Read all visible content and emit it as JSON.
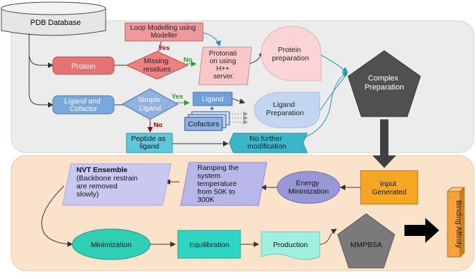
{
  "nodes": {
    "pdb_database": "PDB Database",
    "loop_modelling": [
      "Loop Modelling using",
      "Modeller"
    ],
    "protein": "Protein",
    "missing_residues": [
      "Missing",
      "residues"
    ],
    "protonation": [
      "Protonati",
      "on using",
      "H++",
      "server."
    ],
    "protein_preparation": [
      "Protein",
      "preparation"
    ],
    "ligand_cofactor": [
      "Ligand and",
      "Cofactor"
    ],
    "simple_ligand": [
      "Simple",
      "Ligand"
    ],
    "ligand": "Ligand",
    "plus": "+",
    "cofactors": "Cofactors",
    "ligand_preparation": [
      "Ligand",
      "Preparation"
    ],
    "peptide_ligand": [
      "Peptide as",
      "ligand"
    ],
    "no_further_modification": [
      "No further",
      "modification"
    ],
    "complex_preparation": [
      "Complex",
      "Preparation"
    ],
    "nvt_ensemble_title": "NVT Ensemble",
    "nvt_ensemble_text": [
      "(Backbone restrain",
      "are removed",
      "slowly)"
    ],
    "ramping": [
      "Ramping the",
      "system",
      "temperature",
      "from 50K to",
      "300K"
    ],
    "energy_minimization": [
      "Energy",
      "Minimization"
    ],
    "input_generated": [
      "Input",
      "Generated"
    ],
    "minimization": "Minimization",
    "equilibration": "Equilibration",
    "production": "Production",
    "mmpbsa": "MMPBSA",
    "binding_affinity": "Binding Affinity"
  },
  "edge_labels": {
    "missing_yes": "Yes",
    "missing_no": "No",
    "simple_yes": "Yes",
    "simple_no": "No"
  },
  "colors": {
    "upper_panel": "#ececec",
    "lower_panel": "#fbe3cb",
    "protein": "#e57373",
    "missing_residues": "#f08080",
    "loop_modelling": "#ef9a9a",
    "protonation": "#f8c8c8",
    "protein_preparation": "#fbd5d5",
    "ligand_cofactor": "#7aa7dc",
    "simple_ligand": "#8fb2e3",
    "ligand_box": "#6fa0de",
    "cofactors": "#8fb2e3",
    "ligand_preparation": "#c3d6f0",
    "peptide": "#5fc7dc",
    "no_further": "#3bb6c8",
    "complex": "#505050",
    "nvt": "#c8c8f0",
    "ramping": "#b7b7e8",
    "energy": "#9898d6",
    "input_generated": "#f5a623",
    "minimization": "#2ecfb3",
    "equilibration": "#2fd6c3",
    "production": "#9ff0e0",
    "mmpbsa": "#7a7a7a",
    "binding_affinity": "#f6a13a",
    "yes_label": "#c00000",
    "no_label": "#1ea51e",
    "no_label_dark": "#8b0000"
  }
}
